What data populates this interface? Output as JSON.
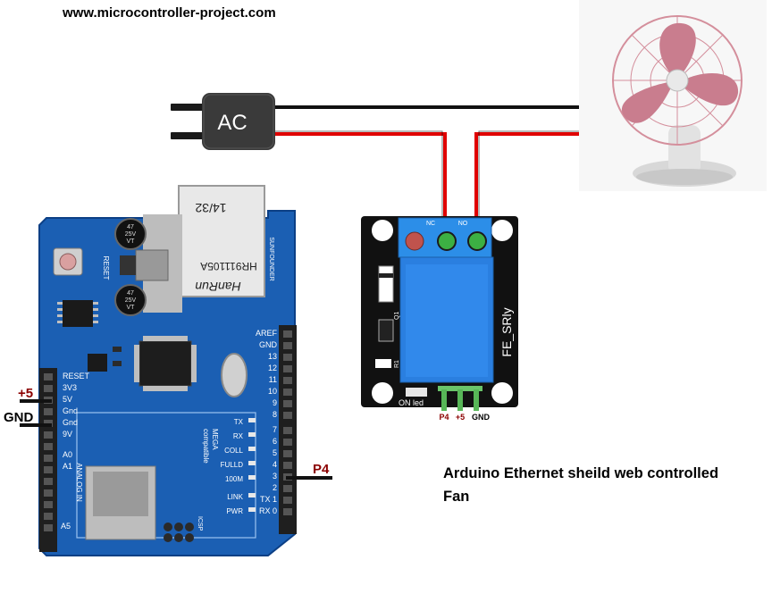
{
  "header": {
    "website": "www.microcontroller-project.com"
  },
  "caption": {
    "line1": "Arduino Ethernet sheild web controlled",
    "line2": "Fan"
  },
  "ac_plug": {
    "label": "AC"
  },
  "arduino": {
    "ethernet_jack": {
      "code": "14/32",
      "model": "HR911105A",
      "brand": "HanRun"
    },
    "capacitor_label": [
      "47",
      "25V",
      "VT"
    ],
    "brand_text": "SUNFOUNDER",
    "reset_label": "RESET",
    "power_header_labels": [
      "RESET",
      "3V3",
      "5V",
      "Gnd",
      "Gnd",
      "9V",
      "A0",
      "A1"
    ],
    "digital_header_labels": [
      "AREF",
      "GND",
      "13",
      "12",
      "11",
      "10",
      "9",
      "8",
      "7",
      "6",
      "5",
      "4",
      "3",
      "2",
      "TX 1",
      "RX 0"
    ],
    "led_labels": [
      "TX",
      "RX",
      "COLL",
      "FULLD",
      "100M",
      "LINK",
      "PWR"
    ],
    "mega_text": [
      "MEGA",
      "compatible"
    ],
    "analog_text": "ANALOG IN",
    "bottom_labels": [
      "A5",
      "ICSP"
    ]
  },
  "arduino_pins": {
    "plus5": "+5",
    "gnd": "GND",
    "p4": "P4"
  },
  "relay": {
    "terminal_labels": [
      "NC",
      "NO"
    ],
    "module_name": "FE_SRly",
    "component_labels": {
      "q1": "Q1",
      "r1": "R1"
    },
    "led_label": "ON led",
    "pin_labels": [
      "P4",
      "+5",
      "GND"
    ]
  },
  "colors": {
    "board": "#1b5fb3",
    "board_dark": "#0c3f85",
    "relay_board": "#111111",
    "relay_body": "#2a7fe0",
    "terminal": "#2c8ee8",
    "wire_red": "#e00000",
    "wire_black": "#111111",
    "pin_label_red": "#8b0000",
    "fan_blade": "#c97d8e",
    "fan_base": "#dcdcdc",
    "header_pin": "#2a2a2a",
    "relay_pin": "#57b657"
  }
}
